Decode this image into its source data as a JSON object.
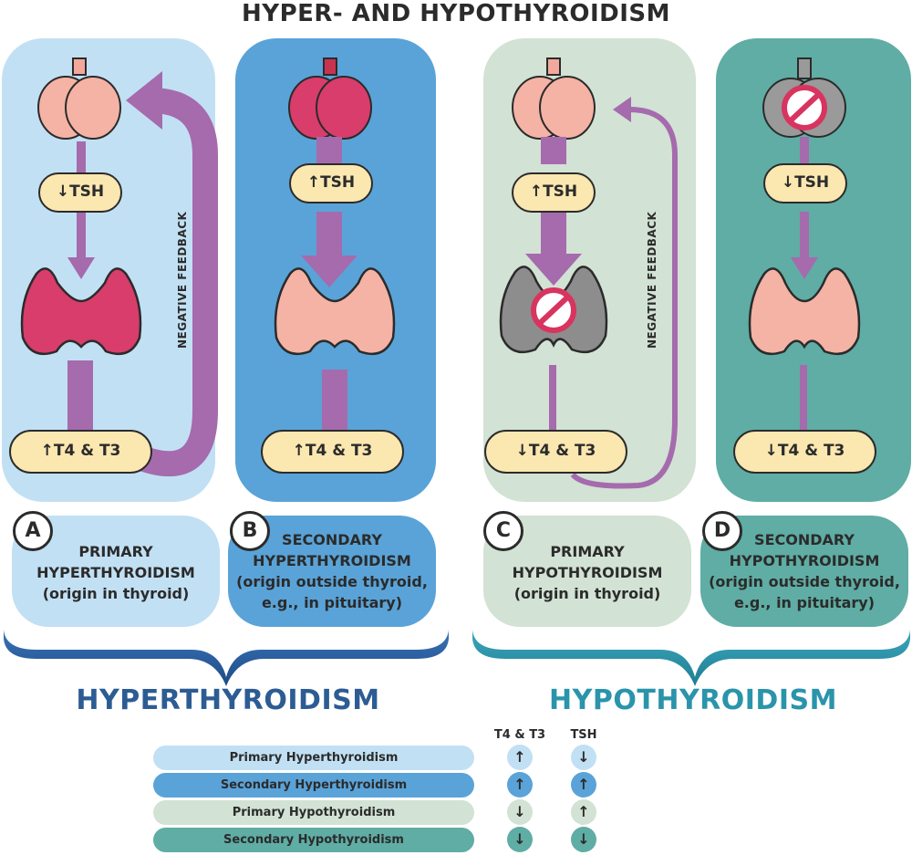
{
  "title": "HYPER- AND HYPOTHYROIDISM",
  "colors": {
    "primary_hyper": "#c2e0f4",
    "secondary_hyper": "#5aa3d8",
    "primary_hypo": "#d2e2d4",
    "secondary_hypo": "#5fada4",
    "arrow_purple": "#a56bad",
    "hormone_pill": "#fbe7b0",
    "hyper_group_text": "#2c5c93",
    "hypo_group_text": "#2a94ab"
  },
  "panels": [
    {
      "id": "A",
      "letter": "A",
      "tsh": "↓TSH",
      "hormones": "↑T4 & T3",
      "lines": [
        "PRIMARY",
        "HYPERTHYROIDISM",
        "(origin in thyroid)"
      ],
      "feedback": "NEGATIVE FEEDBACK"
    },
    {
      "id": "B",
      "letter": "B",
      "tsh": "↑TSH",
      "hormones": "↑T4 & T3",
      "lines": [
        "SECONDARY",
        "HYPERTHYROIDISM",
        "(origin outside thyroid,",
        "e.g., in pituitary)"
      ]
    },
    {
      "id": "C",
      "letter": "C",
      "tsh": "↑TSH",
      "hormones": "↓T4 & T3",
      "lines": [
        "PRIMARY",
        "HYPOTHYROIDISM",
        "(origin in thyroid)"
      ],
      "feedback": "NEGATIVE FEEDBACK"
    },
    {
      "id": "D",
      "letter": "D",
      "tsh": "↓TSH",
      "hormones": "↓T4 & T3",
      "lines": [
        "SECONDARY",
        "HYPOTHYROIDISM",
        "(origin outside thyroid,",
        "e.g., in pituitary)"
      ]
    }
  ],
  "groups": {
    "hyper": "HYPERTHYROIDISM",
    "hypo": "HYPOTHYROIDISM"
  },
  "legend": {
    "col_t4t3": "T4 & T3",
    "col_tsh": "TSH",
    "rows": [
      {
        "label": "Primary Hyperthyroidism",
        "t4t3": "↑",
        "tsh": "↓"
      },
      {
        "label": "Secondary Hyperthyroidism",
        "t4t3": "↑",
        "tsh": "↑"
      },
      {
        "label": "Primary Hypothyroidism",
        "t4t3": "↓",
        "tsh": "↑"
      },
      {
        "label": "Secondary Hypothyroidism",
        "t4t3": "↓",
        "tsh": "↓"
      }
    ]
  }
}
